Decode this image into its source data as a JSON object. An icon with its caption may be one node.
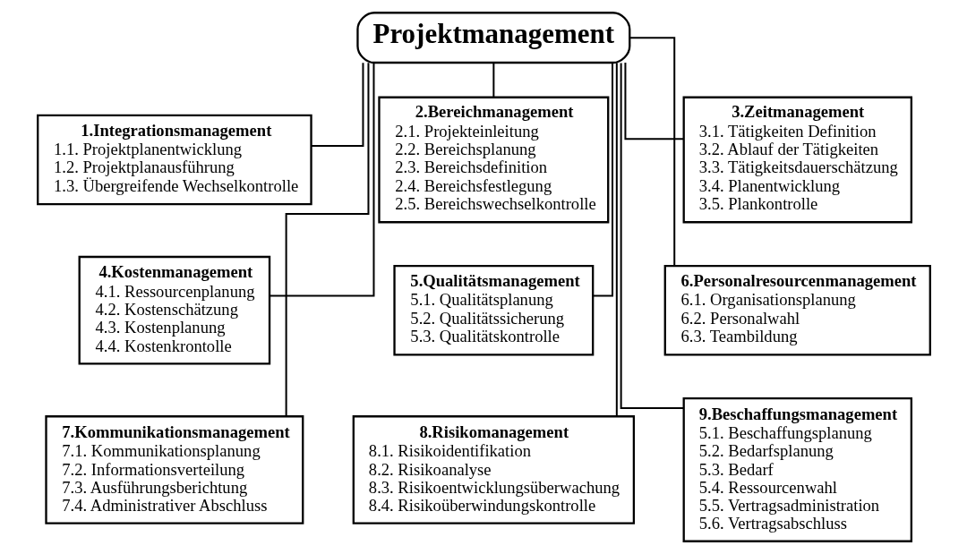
{
  "diagram": {
    "nodes": [
      {
        "text": [
          "Projektmanagement"
        ]
      },
      {
        "text": [
          "1.Integrationsmanagement",
          "1.1. Projektplanentwicklung",
          "1.2. Projektplanausführung",
          "1.3. Übergreifende Wechselkontrolle"
        ]
      },
      {
        "text": [
          "2.Bereichmanagement",
          "2.1. Projekteinleitung",
          "2.2. Bereichsplanung",
          "2.3. Bereichsdefinition",
          "2.4. Bereichsfestlegung",
          "2.5. Bereichswechselkontrolle"
        ]
      },
      {
        "text": [
          "3.Zeitmanagement",
          "3.1. Tätigkeiten Definition",
          "3.2. Ablauf der Tätigkeiten",
          "3.3. Tätigkeitsdauerschätzung",
          "3.4. Planentwicklung",
          "3.5. Plankontrolle"
        ]
      },
      {
        "text": [
          "4.Kostenmanagement",
          "4.1. Ressourcenplanung",
          "4.2. Kostenschätzung",
          "4.3. Kostenplanung",
          "4.4. Kostenkrontolle"
        ]
      },
      {
        "text": [
          "5.Qualitätsmanagement",
          "5.1. Qualitätsplanung",
          "5.2. Qualitätssicherung",
          "5.3. Qualitätskontrolle"
        ]
      },
      {
        "text": [
          "6.Personalresourcenmanagement",
          "6.1. Organisationsplanung",
          "6.2. Personalwahl",
          "6.3. Teambildung"
        ]
      },
      {
        "text": [
          "7.Kommunikationsmanagement",
          "7.1. Kommunikationsplanung",
          "7.2. Informationsverteilung",
          "7.3. Ausführungsberichtung",
          "7.4. Administrativer Abschluss"
        ]
      },
      {
        "text": [
          "8.Risikomanagement",
          "8.1. Risikoidentifikation",
          "8.2. Risikoanalyse",
          "8.3. Risikoentwicklungsüberwachung",
          "8.4. Risikoüberwindungskontrolle"
        ]
      },
      {
        "text": [
          "9.Beschaffungsmanagement",
          "5.1. Beschaffungsplanung",
          "5.2. Bedarfsplanung",
          "5.3. Bedarf",
          "5.4. Ressourcenwahl",
          "5.5. Vertragsadministration",
          "5.6. Vertragsabschluss"
        ]
      }
    ],
    "edges": [
      {
        "from": 0,
        "to": 1,
        "arrow": "none"
      },
      {
        "from": 0,
        "to": 2,
        "arrow": "none"
      },
      {
        "from": 0,
        "to": 3,
        "arrow": "none"
      },
      {
        "from": 0,
        "to": 4,
        "arrow": "none"
      },
      {
        "from": 0,
        "to": 5,
        "arrow": "none"
      },
      {
        "from": 0,
        "to": 6,
        "arrow": "none"
      },
      {
        "from": 0,
        "to": 7,
        "arrow": "none"
      },
      {
        "from": 0,
        "to": 8,
        "arrow": "none"
      },
      {
        "from": 0,
        "to": 9,
        "arrow": "none"
      }
    ]
  }
}
